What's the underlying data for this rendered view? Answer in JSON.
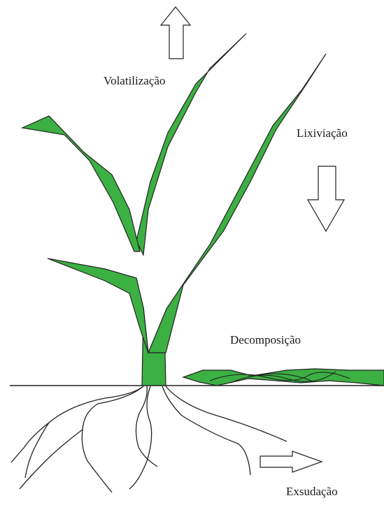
{
  "labels": {
    "volatilizacao": "Volatilização",
    "lixiviacao": "Lixiviação",
    "decomposicao": "Decomposição",
    "exsudacao": "Exsudação"
  },
  "colors": {
    "leaf": "#3cb043",
    "outline": "#222222",
    "arrow_fill": "#ffffff",
    "background": "#ffffff"
  },
  "icons": {
    "volatilization": "arrow-up-icon",
    "leaching": "arrow-down-icon",
    "exudation": "arrow-right-icon"
  }
}
